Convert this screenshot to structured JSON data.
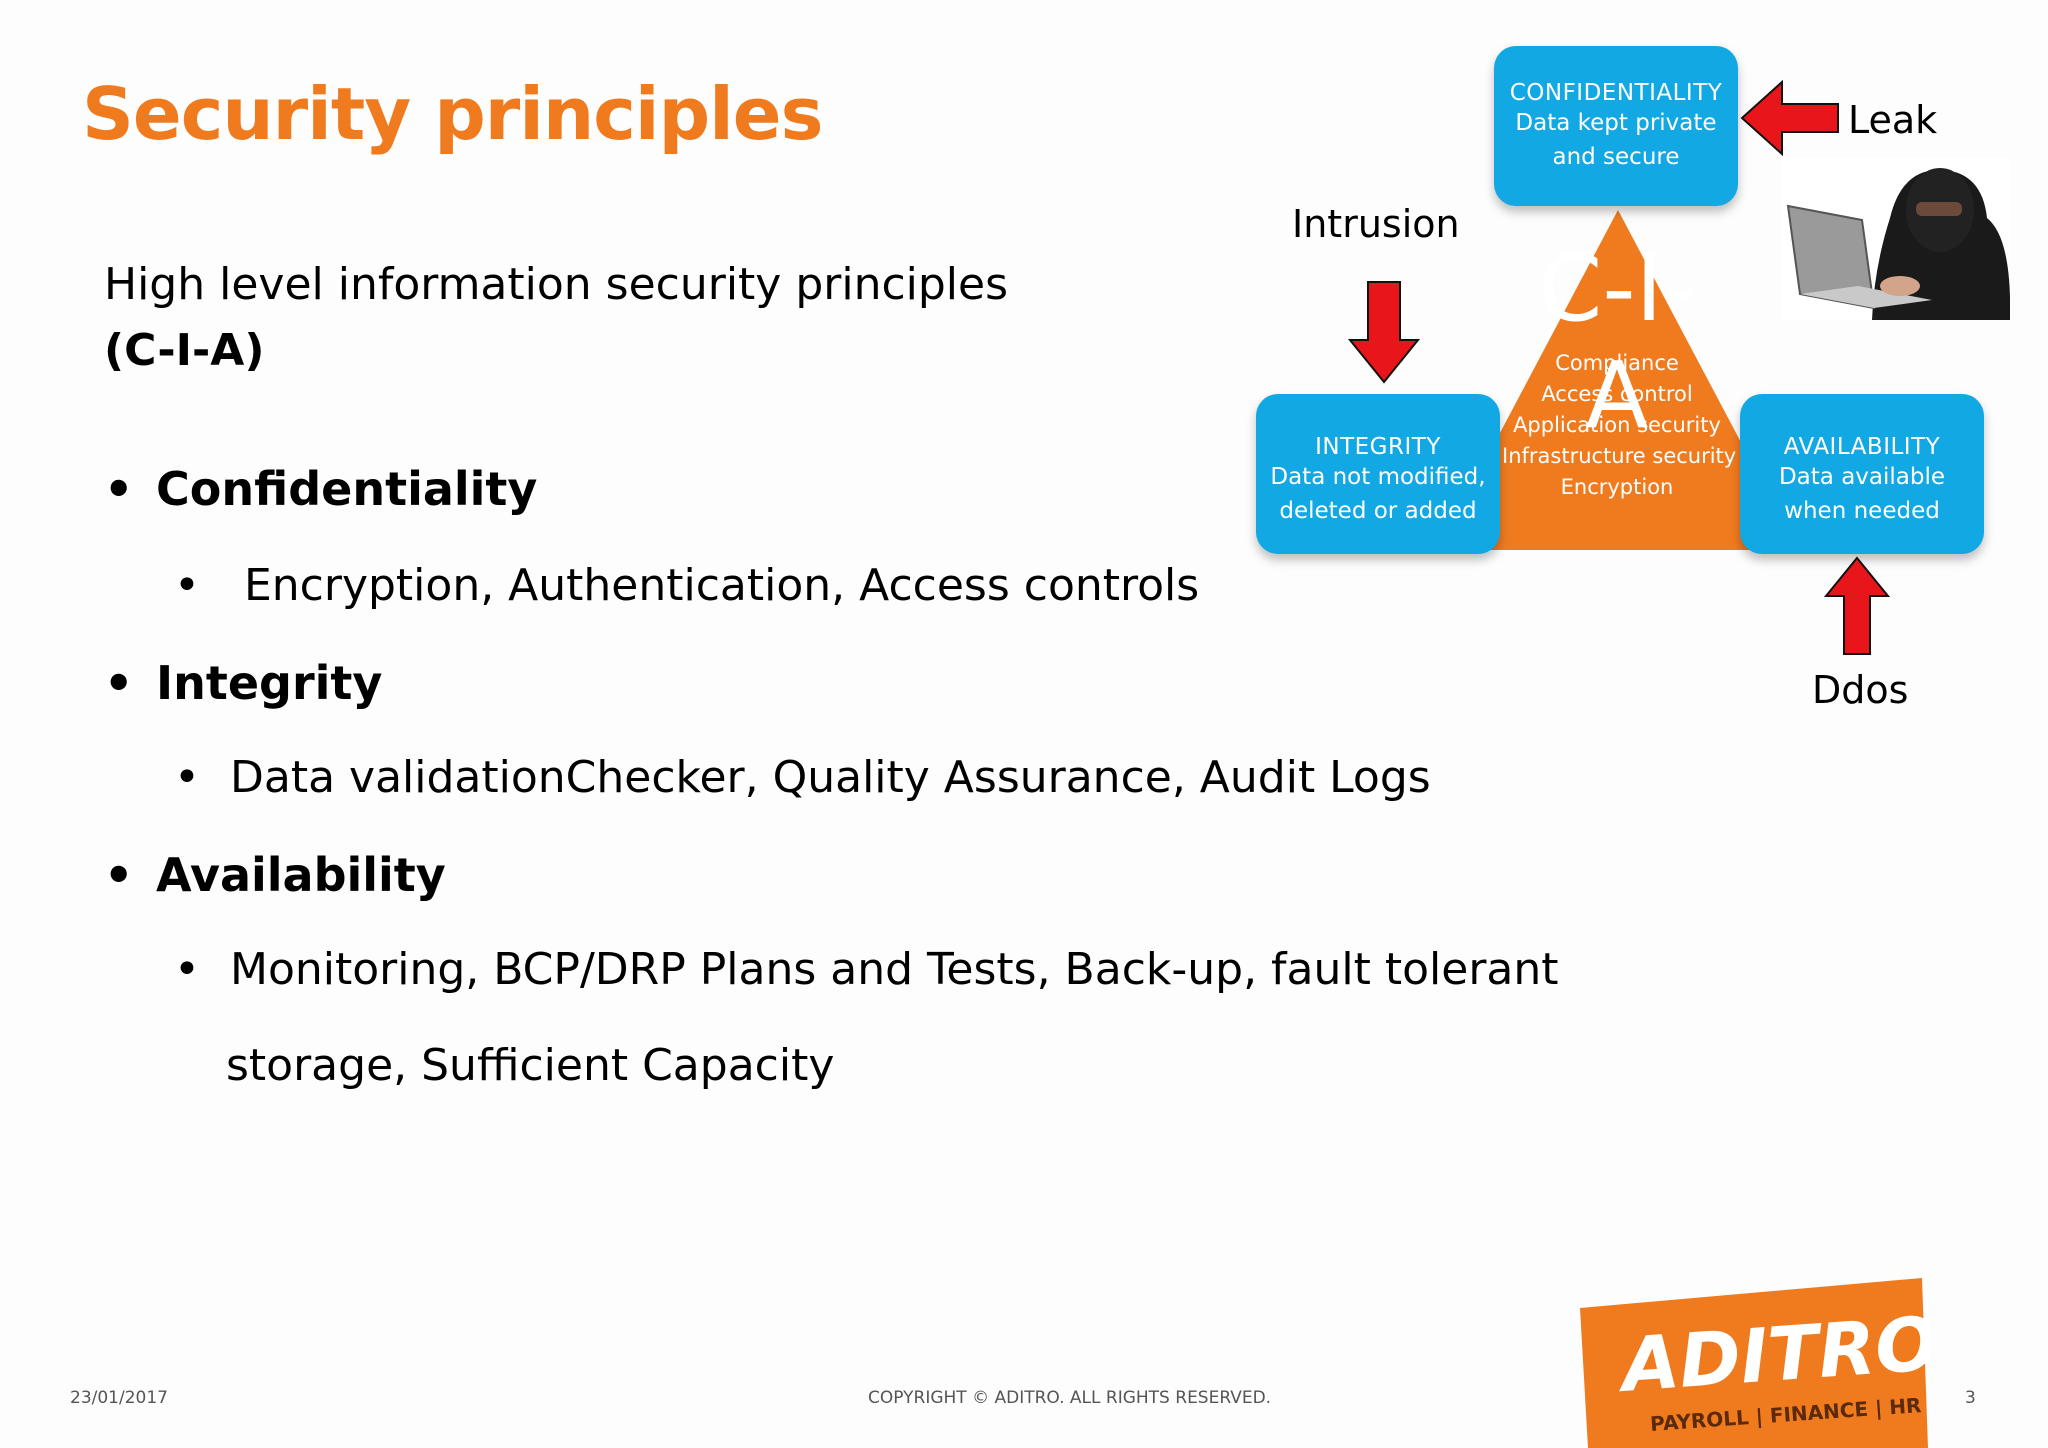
{
  "title": "Security principles",
  "intro": {
    "line1": "High level information security principles",
    "line2": "(C-I-A)"
  },
  "bullets": [
    {
      "label": "Confidentiality",
      "sub": " Encryption, Authentication, Access controls"
    },
    {
      "label": "Integrity",
      "sub": "Data validationChecker, Quality Assurance, Audit Logs"
    },
    {
      "label": "Availability",
      "sub": "Monitoring, BCP/DRP Plans and Tests, Back-up, fault tolerant",
      "sub_cont": "storage, Sufficient Capacity"
    }
  ],
  "diagram": {
    "center_title": "C-I-A",
    "center_items": [
      "Compliance",
      "Access control",
      "Application security",
      "Infrastructure security",
      "Encryption"
    ],
    "confidentiality": {
      "heading": "CONFIDENTIALITY",
      "text1": "Data kept private",
      "text2": "and secure"
    },
    "integrity": {
      "heading": "INTEGRITY",
      "text1": "Data not modified,",
      "text2": "deleted or added"
    },
    "availability": {
      "heading": "AVAILABILITY",
      "text1": "Data available",
      "text2": "when needed"
    },
    "threats": {
      "leak": "Leak",
      "intrusion": "Intrusion",
      "ddos": "Ddos"
    },
    "colors": {
      "box": "#12a8e3",
      "triangle": "#f07b1f",
      "arrow": "#e8151a"
    }
  },
  "footer": {
    "date": "23/01/2017",
    "copyright": "COPYRIGHT © ADITRO. ALL RIGHTS RESERVED.",
    "page": "3"
  },
  "logo": {
    "name": "ADITRO",
    "tagline": "PAYROLL | FINANCE | HR",
    "color": "#f07b1f"
  }
}
